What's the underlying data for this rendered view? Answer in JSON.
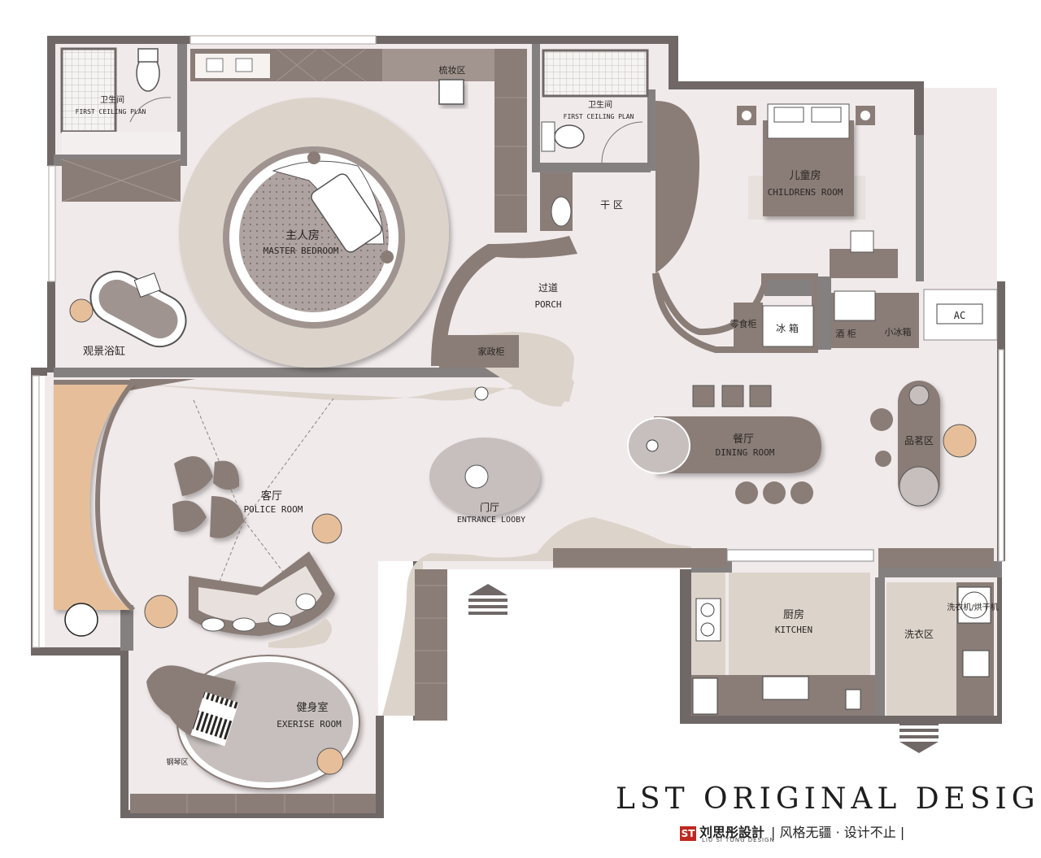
{
  "rooms": {
    "bath1": {
      "cn": "卫生间",
      "en": "FIRST CEILING PLAN"
    },
    "bath2": {
      "cn": "卫生间",
      "en": "FIRST CEILING PLAN"
    },
    "vanity": {
      "cn": "梳妆区"
    },
    "master": {
      "cn": "主人房",
      "en": "MASTER BEDROOM"
    },
    "children": {
      "cn": "儿童房",
      "en": "CHILDRENS ROOM"
    },
    "dry": {
      "cn": "干 区"
    },
    "porch": {
      "cn": "过道",
      "en": "PORCH"
    },
    "tub": {
      "cn": "观景浴缸"
    },
    "housekeeping": {
      "cn": "家政柜"
    },
    "snack": {
      "cn": "零食柜"
    },
    "fridge": {
      "cn": "冰 箱"
    },
    "wine": {
      "cn": "酒 柜"
    },
    "minifridge": {
      "cn": "小冰箱"
    },
    "ac": {
      "en": "AC"
    },
    "dining": {
      "cn": "餐厅",
      "en": "DINING ROOM"
    },
    "tea": {
      "cn": "品茗区"
    },
    "living": {
      "cn": "客厅",
      "en": "POLICE ROOM"
    },
    "entrance": {
      "cn": "门厅",
      "en": "ENTRANCE LOOBY"
    },
    "kitchen": {
      "cn": "厨房",
      "en": "KITCHEN"
    },
    "laundry": {
      "cn": "洗衣区"
    },
    "washer": {
      "cn": "洗衣机/烘干机"
    },
    "gym": {
      "cn": "健身室",
      "en": "EXERISE ROOM"
    },
    "piano": {
      "cn": "钢琴区"
    }
  },
  "brand": {
    "title": "LST ORIGINAL DESIGN",
    "logo_mark": "ST",
    "cn_name": "刘思彤設計",
    "slogan": "| 风格无疆  · 设计不止 |",
    "sub": "LIU SI TONG DESIGN"
  },
  "colors": {
    "wall": "#6f6866",
    "taupe": "#8a7d77",
    "floor": "#f1eaeb",
    "disc": "#dcd4cb",
    "tan": "#e6bf9a"
  }
}
